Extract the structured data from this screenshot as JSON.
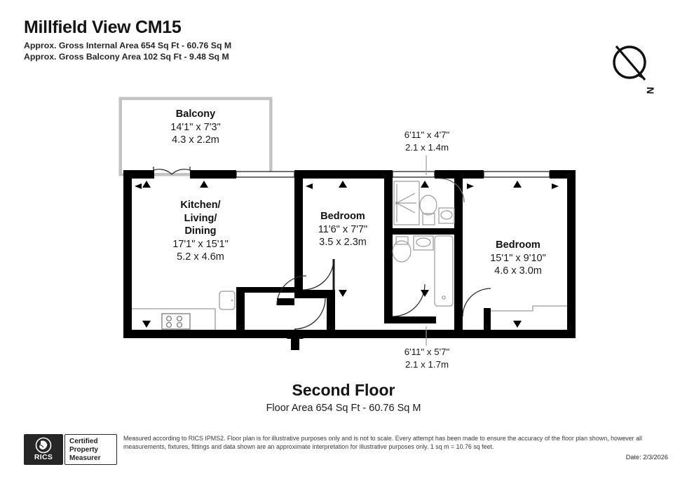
{
  "header": {
    "title": "Millfield View CM15",
    "subtitle_1": "Approx. Gross Internal Area 654 Sq Ft - 60.76 Sq M",
    "subtitle_2": "Approx. Gross Balcony Area 102 Sq Ft - 9.48 Sq M"
  },
  "compass": {
    "label": "N",
    "icon": "compass-north-icon"
  },
  "rooms": [
    {
      "id": "balcony",
      "name": "Balcony",
      "dim_imperial": "14'1\" x 7'3\"",
      "dim_metric": "4.3 x 2.2m"
    },
    {
      "id": "kitchen-living-dining",
      "name_line_1": "Kitchen/",
      "name_line_2": "Living/",
      "name_line_3": "Dining",
      "dim_imperial": "17'1\" x 15'1\"",
      "dim_metric": "5.2 x 4.6m"
    },
    {
      "id": "bedroom-1",
      "name": "Bedroom",
      "dim_imperial": "11'6\" x 7'7\"",
      "dim_metric": "3.5 x 2.3m"
    },
    {
      "id": "bedroom-2",
      "name": "Bedroom",
      "dim_imperial": "15'1\" x 9'10\"",
      "dim_metric": "4.6 x 3.0m"
    },
    {
      "id": "shower-room",
      "name": "",
      "dim_imperial": "6'11\" x 4'7\"",
      "dim_metric": "2.1 x 1.4m"
    },
    {
      "id": "bathroom",
      "name": "",
      "dim_imperial": "6'11\" x 5'7\"",
      "dim_metric": "2.1 x 1.7m"
    }
  ],
  "footer": {
    "floor_name": "Second Floor",
    "floor_area": "Floor Area 654 Sq Ft - 60.76 Sq M",
    "disclaimer": "Measured according to RICS IPMS2. Floor plan is for illustrative purposes only and is not to scale. Every attempt has been made to ensure the accuracy of the floor plan shown, however all measurements, fixtures, fittings and data shown are an approximate interpretation for illustrative purposes only. 1 sq m = 10.76 sq feet.",
    "date": "Date: 2/3/2026"
  },
  "rics_badge": {
    "mark_word": "RICS",
    "line_1": "Certified",
    "line_2": "Property",
    "line_3": "Measurer"
  },
  "colors": {
    "wall": "#000000",
    "balcony_wall": "#b8b8b8",
    "fixture_line": "#9a9a9a",
    "text": "#1a1a1a",
    "background": "#ffffff"
  }
}
